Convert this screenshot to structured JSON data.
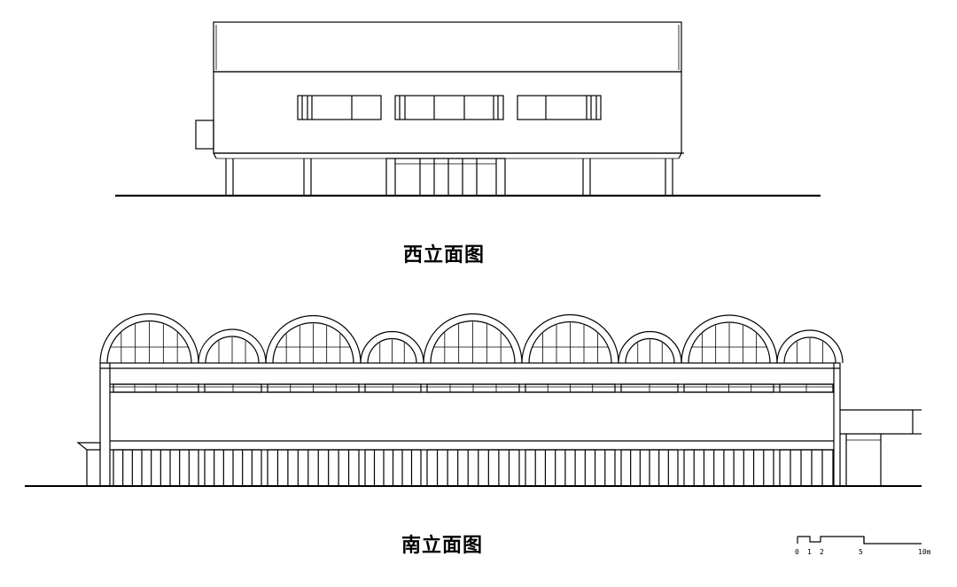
{
  "west_elevation": {
    "title": "西立面图"
  },
  "south_elevation": {
    "title": "南立面图"
  },
  "scale_bar": {
    "ticks": [
      "0",
      "1",
      "2",
      "5",
      "10m"
    ]
  },
  "colors": {
    "line": "#000000",
    "background": "#ffffff"
  }
}
